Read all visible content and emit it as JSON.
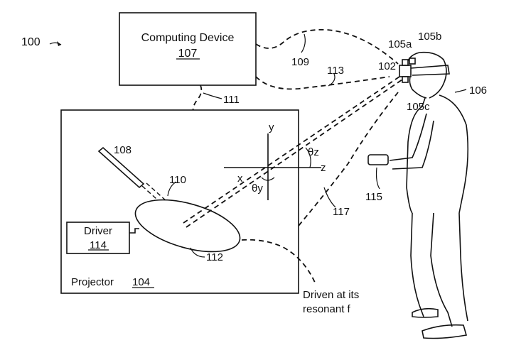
{
  "figure": {
    "figure_ref": "100",
    "computing_device": {
      "label": "Computing Device",
      "ref": "107"
    },
    "projector": {
      "label": "Projector",
      "ref": "104"
    },
    "driver": {
      "label": "Driver",
      "ref": "114"
    },
    "refs": {
      "laser": "108",
      "beam_in": "110",
      "mirror": "112",
      "link_device_projector": "111",
      "link_device_headset": "109",
      "link_device_headset_b": "113",
      "link_projector_controller": "117",
      "controller": "115",
      "headset": "102",
      "sensor_a": "105a",
      "sensor_b": "105b",
      "sensor_c": "105c",
      "user": "106"
    },
    "axes": {
      "x": "x",
      "y": "y",
      "z": "z",
      "theta_y": "θy",
      "theta_z": "θz"
    },
    "note_line1": "Driven at its",
    "note_line2": "resonant f"
  }
}
